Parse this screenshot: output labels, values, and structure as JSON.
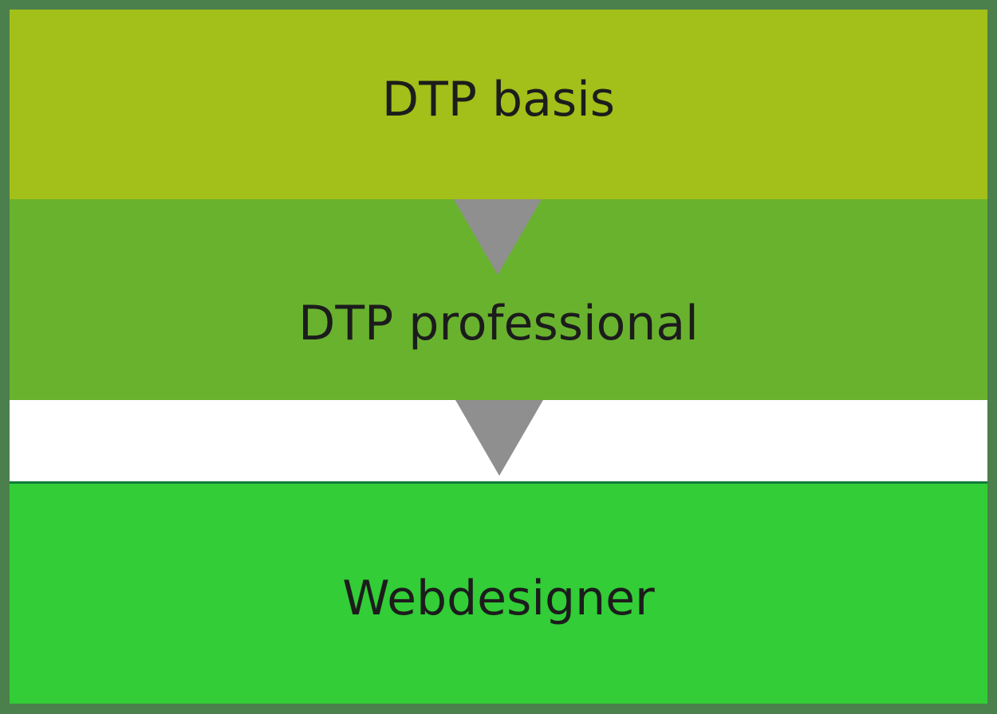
{
  "steps": [
    {
      "label": "DTP basis",
      "color": "#a3bf19"
    },
    {
      "label": "DTP professional",
      "color": "#69b22e"
    },
    {
      "label": "Webdesigner",
      "color": "#32cd37"
    }
  ],
  "colors": {
    "frame": "#4b7f4b",
    "arrow": "#8f8f8f",
    "gap": "#ffffff",
    "divider": "#137a3c"
  },
  "icons": [
    "down-arrow-icon",
    "down-arrow-icon"
  ]
}
